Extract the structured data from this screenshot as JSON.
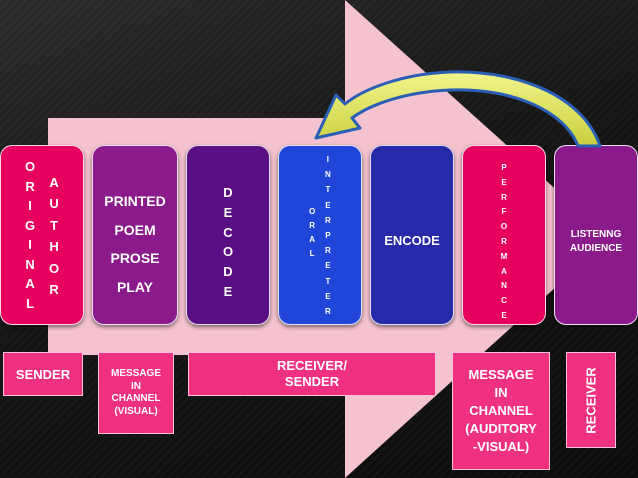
{
  "boxes": {
    "original_author": {
      "col1": [
        "O",
        "R",
        "I",
        "G",
        "I",
        "N",
        "A",
        "L"
      ],
      "col2": [
        "A",
        "U",
        "T",
        "H",
        "O",
        "R"
      ]
    },
    "printed": {
      "lines": [
        "PRINTED",
        "POEM",
        "PROSE",
        "PLAY"
      ]
    },
    "decode": {
      "letters": [
        "D",
        "E",
        "C",
        "O",
        "D",
        "E"
      ]
    },
    "interpreter": {
      "oral": [
        "O",
        "R",
        "A",
        "L"
      ],
      "word": [
        "I",
        "N",
        "T",
        "E",
        "R",
        "P",
        "R",
        "E",
        "T",
        "E",
        "R"
      ]
    },
    "encode": {
      "label": "ENCODE"
    },
    "performance": {
      "letters": [
        "P",
        "E",
        "R",
        "F",
        "O",
        "R",
        "M",
        "A",
        "N",
        "C",
        "E"
      ]
    },
    "audience": {
      "lines": [
        "LISTENNG",
        "AUDIENCE"
      ]
    }
  },
  "labels": {
    "sender": "SENDER",
    "message_visual": [
      "MESSAGE",
      "IN",
      "CHANNEL",
      "(VISUAL)"
    ],
    "receiver_sender": [
      "RECEIVER/",
      "SENDER"
    ],
    "message_av": [
      "MESSAGE",
      "IN",
      "CHANNEL",
      "(AUDITORY",
      "-VISUAL)"
    ],
    "receiver": "RECEIVER"
  },
  "colors": {
    "pink": "#e8005f",
    "purple": "#8b1b8b",
    "violet": "#5b0f85",
    "blue": "#1f46d8",
    "navy": "#262aa8",
    "magenta": "#d4177d",
    "label_pink": "#f0317f",
    "arrow_bg": "#f5c3cf",
    "curve_arrow": "#e7ec6c"
  }
}
